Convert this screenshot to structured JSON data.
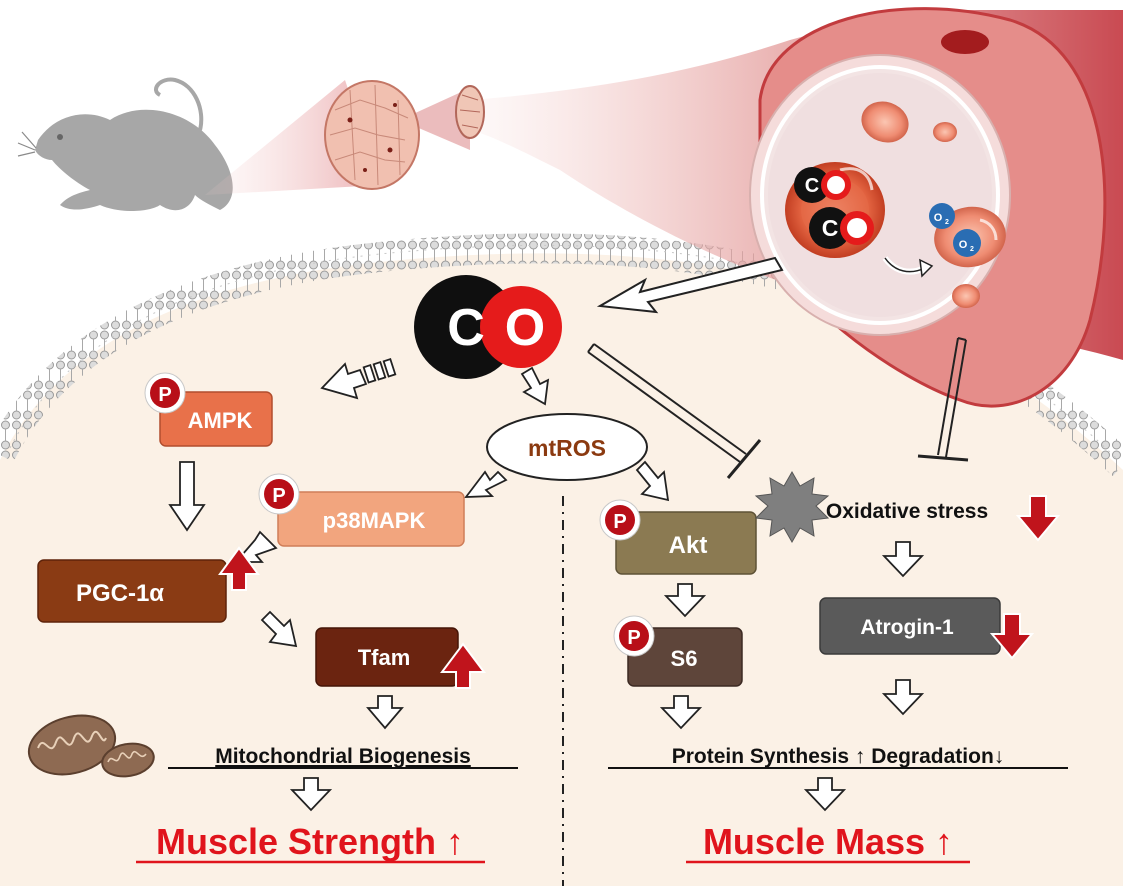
{
  "co": {
    "c": "C",
    "o": "O"
  },
  "blood_vessel": {
    "co_c": "C",
    "co_o": "O",
    "o2_a": "O",
    "o2_a_sub": "2",
    "o2_b": "O",
    "o2_b_sub": "2"
  },
  "phospho_label": "P",
  "nodes": {
    "ampk": "AMPK",
    "p38mapk": "p38MAPK",
    "pgc1a": "PGC-1α",
    "tfam": "Tfam",
    "mtros": "mtROS",
    "akt": "Akt",
    "s6": "S6",
    "oxidative_stress": "Oxidative stress",
    "atrogin1": "Atrogin-1"
  },
  "outcomes": {
    "mito_biogenesis": "Mitochondrial Biogenesis",
    "protein_synthesis": "Protein Synthesis ↑ Degradation↓",
    "muscle_strength": "Muscle Strength ↑",
    "muscle_mass": "Muscle Mass ↑"
  },
  "colors": {
    "ampk": "#e8714a",
    "p38mapk": "#f2a57e",
    "pgc1a": "#8a3b14",
    "tfam": "#6b2410",
    "akt": "#8b7a52",
    "s6": "#5e453a",
    "atrogin1": "#5a5a5a",
    "up_arrow": "#c0141c",
    "outcome_text": "#e0141c",
    "mtros_text": "#8b3a10",
    "cell_bg": "#fbf1e6"
  }
}
